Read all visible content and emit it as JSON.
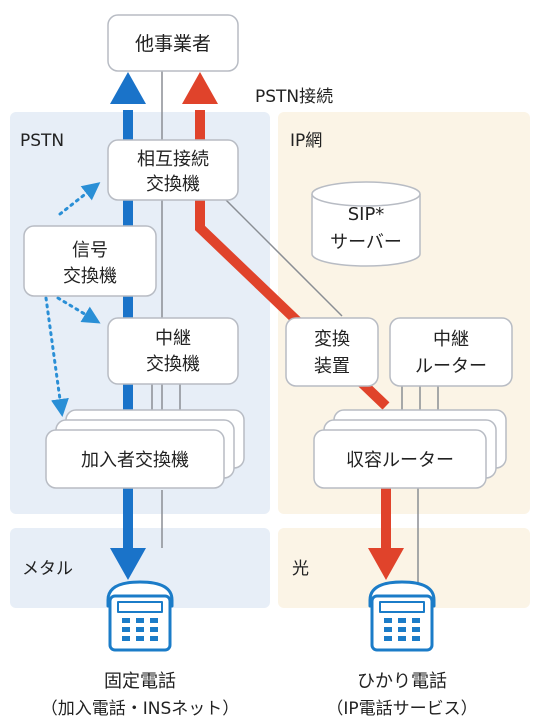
{
  "nodes": {
    "other_carrier": "他事業者",
    "pstn_connection": "PSTN接続",
    "pstn_region": "PSTN",
    "ip_region": "IP網",
    "interconnect_exchange": [
      "相互接続",
      "交換機"
    ],
    "signal_exchange": [
      "信号",
      "交換機"
    ],
    "sip_server": [
      "SIP*",
      "サーバー"
    ],
    "relay_exchange": [
      "中継",
      "交換機"
    ],
    "converter": [
      "変換",
      "装置"
    ],
    "relay_router": [
      "中継",
      "ルーター"
    ],
    "subscriber_exchange": "加入者交換機",
    "access_router": "収容ルーター"
  },
  "media": {
    "metal": "メタル",
    "optical": "光"
  },
  "phones": {
    "fixed_title": "固定電話",
    "fixed_sub": "（加入電話・INSネット）",
    "hikari_title": "ひかり電話",
    "hikari_sub": "（IP電話サービス）"
  },
  "colors": {
    "pstn_bg": "#e7eef7",
    "ip_bg": "#fbf4e6",
    "pstn_blue": "#1a73c9",
    "ip_red": "#e0432b",
    "dotted_signal": "#2a8fd6",
    "phone_blue": "#1b7cc8"
  }
}
